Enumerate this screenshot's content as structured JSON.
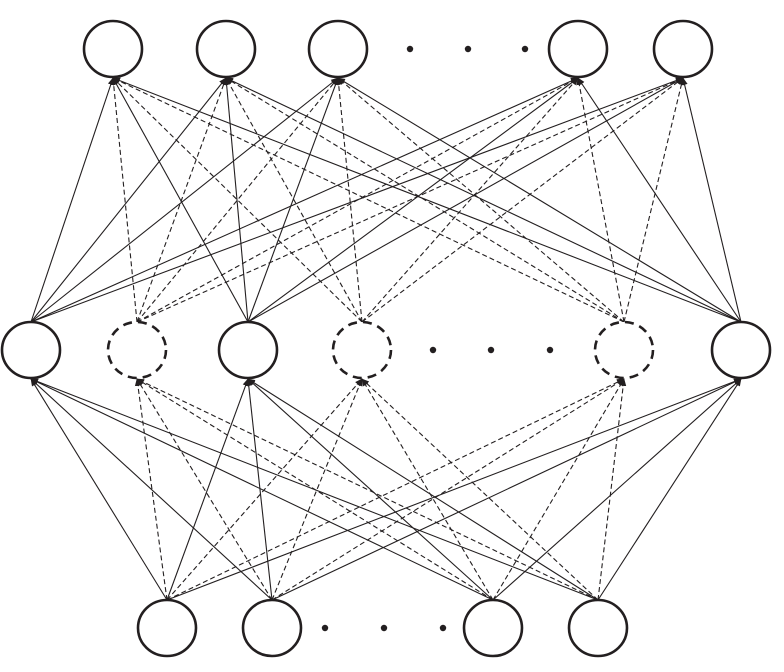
{
  "diagram": {
    "type": "neural-network-dropout",
    "colors": {
      "stroke": "#231f20",
      "background": "#ffffff"
    },
    "layers": [
      {
        "name": "output",
        "nodes": [
          "active",
          "active",
          "active",
          "ellipsis",
          "active",
          "active"
        ]
      },
      {
        "name": "hidden",
        "nodes": [
          "active",
          "dropped",
          "active",
          "dropped",
          "ellipsis",
          "dropped",
          "active"
        ]
      },
      {
        "name": "input",
        "nodes": [
          "active",
          "active",
          "ellipsis",
          "active",
          "active"
        ]
      }
    ]
  }
}
